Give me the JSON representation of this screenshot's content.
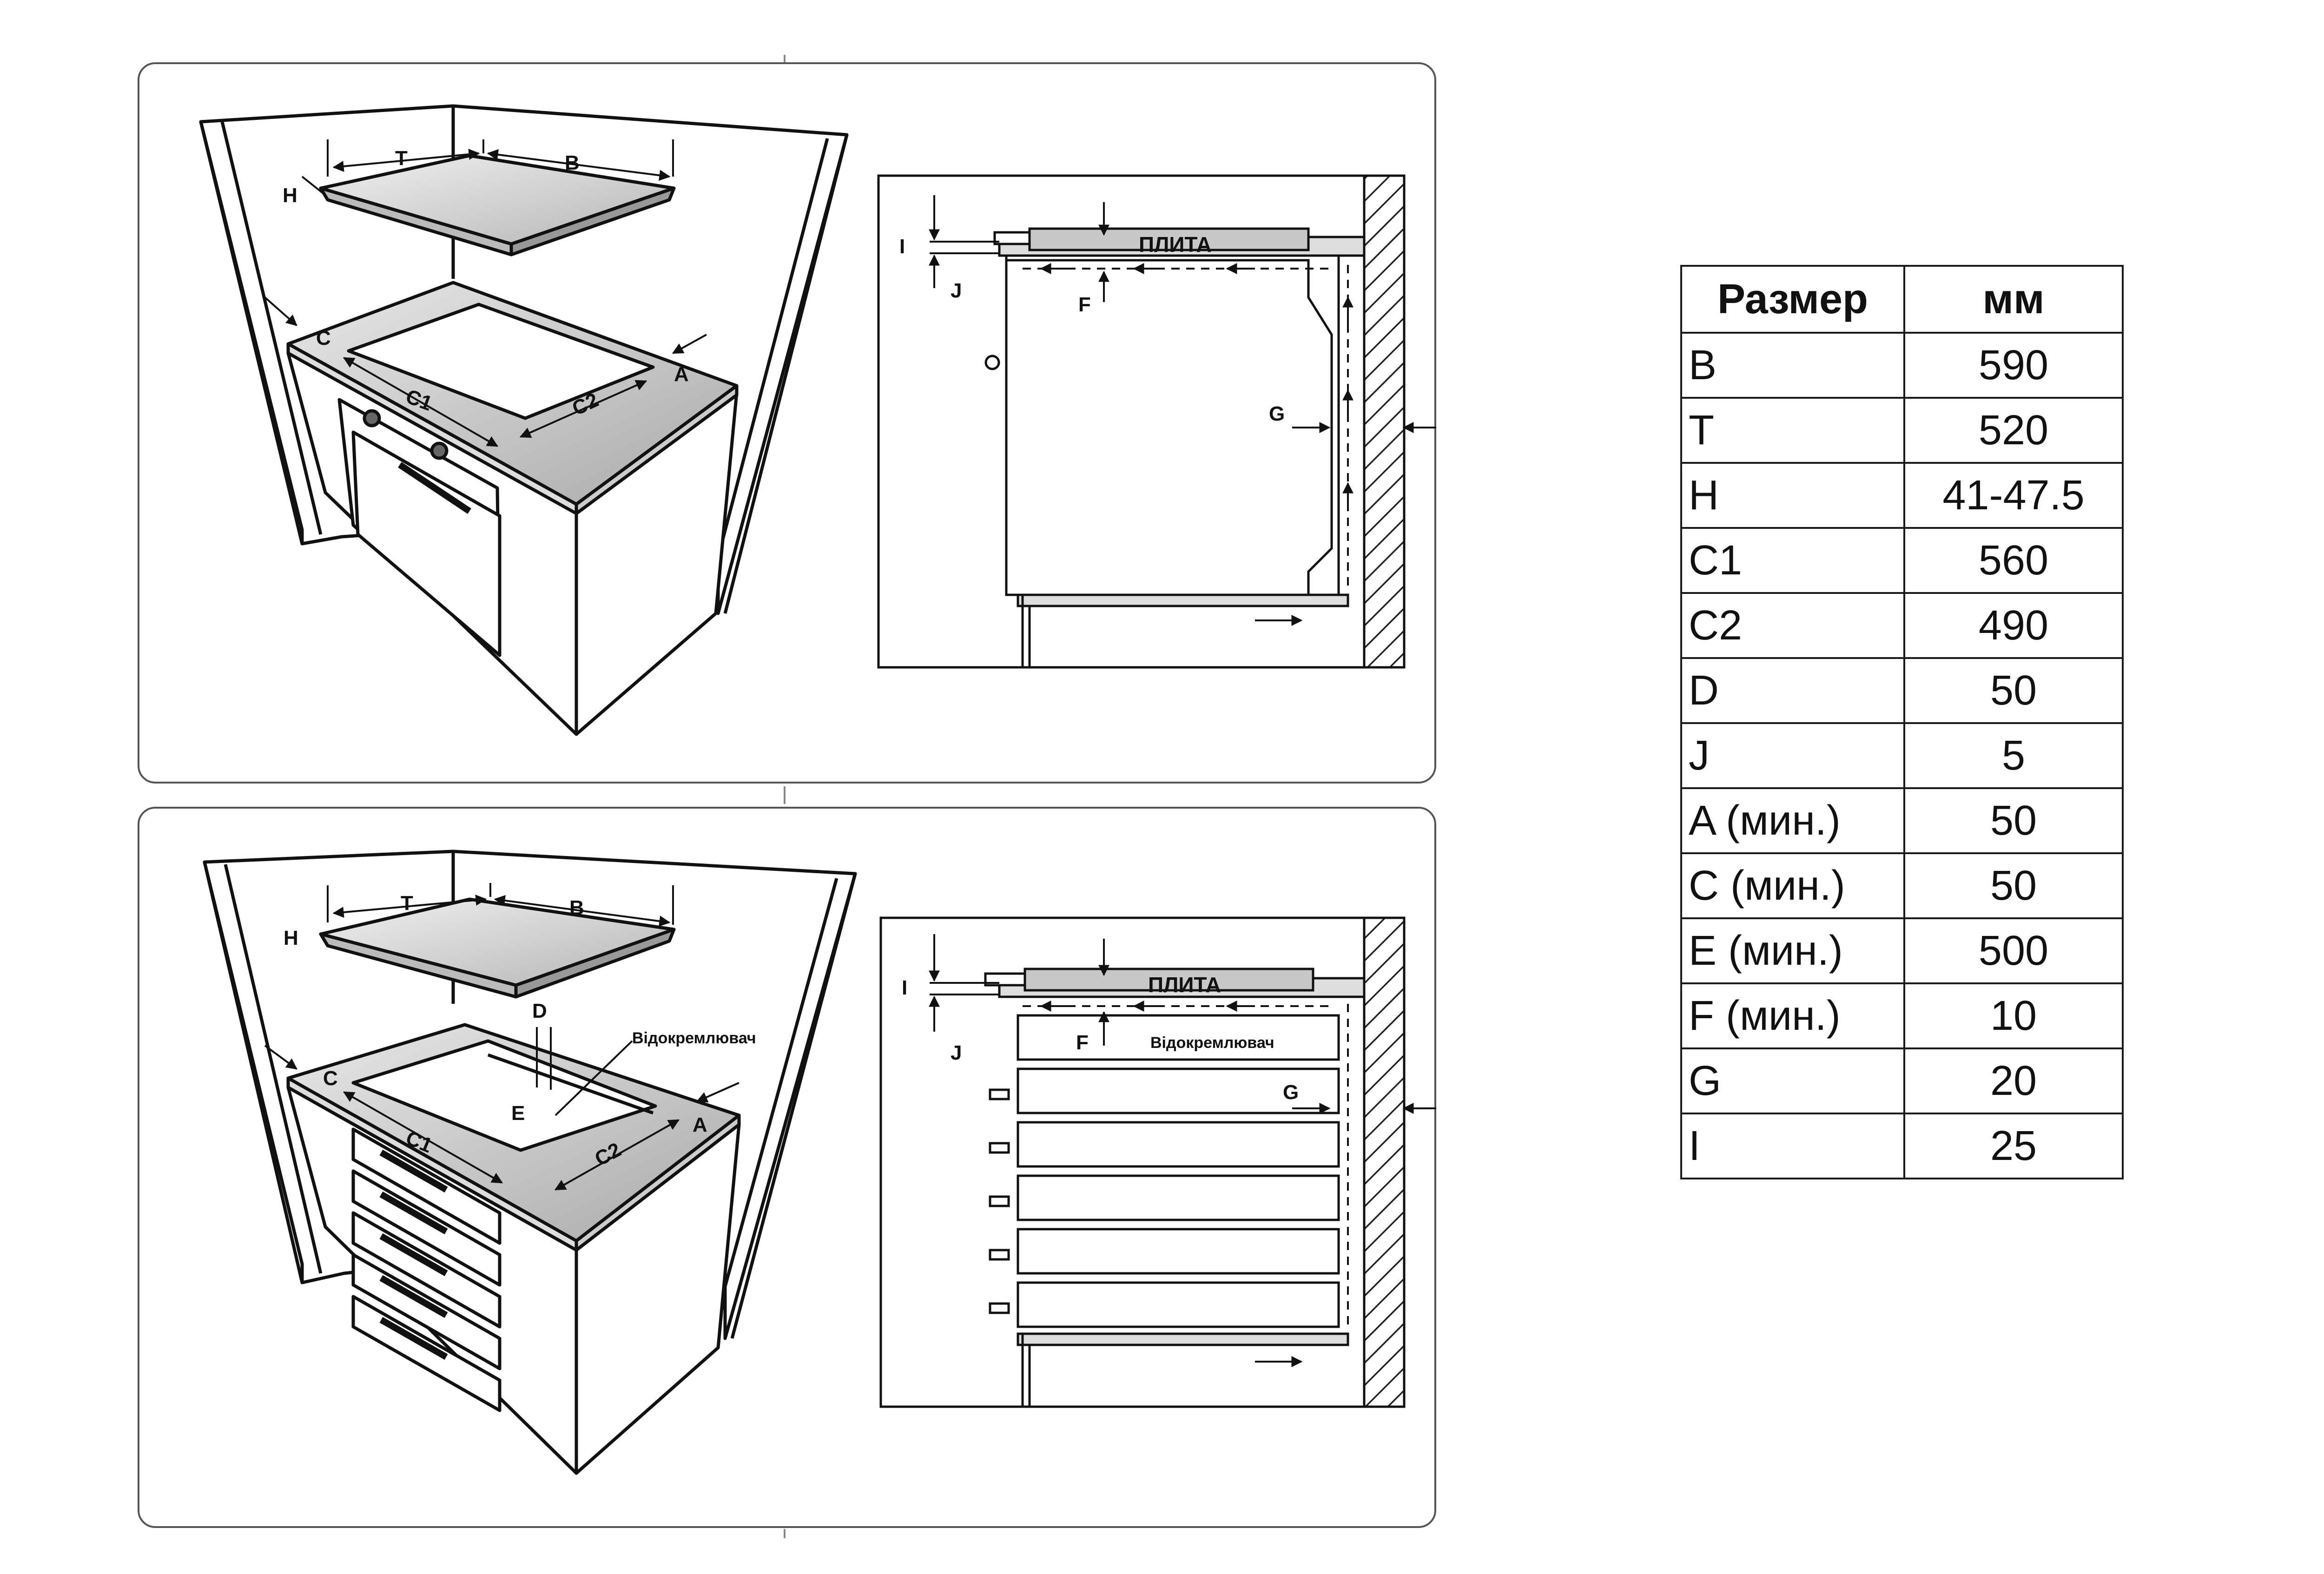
{
  "panel_top": {
    "labels": {
      "T": "T",
      "B": "B",
      "H": "H",
      "C": "C",
      "A": "A",
      "C1": "C1",
      "C2": "C2"
    },
    "section_labels": {
      "I": "I",
      "J": "J",
      "F": "F",
      "G": "G",
      "plate": "ПЛИТА"
    }
  },
  "panel_bottom": {
    "labels": {
      "T": "T",
      "B": "B",
      "H": "H",
      "C": "C",
      "A": "A",
      "C1": "C1",
      "C2": "C2",
      "D": "D",
      "E": "E",
      "separator": "Відокремлювач"
    },
    "section_labels": {
      "I": "I",
      "J": "J",
      "F": "F",
      "G": "G",
      "plate": "ПЛИТА",
      "separator": "Відокремлювач"
    }
  },
  "dimension_table": {
    "header": {
      "size": "Размер",
      "unit": "мм"
    },
    "rows": [
      {
        "key": "B",
        "value": "590"
      },
      {
        "key": "T",
        "value": "520"
      },
      {
        "key": "H",
        "value": "41-47.5"
      },
      {
        "key": "C1",
        "value": "560"
      },
      {
        "key": "C2",
        "value": "490"
      },
      {
        "key": "D",
        "value": "50"
      },
      {
        "key": "J",
        "value": "5"
      },
      {
        "key": "A (мин.)",
        "value": "50"
      },
      {
        "key": "C (мин.)",
        "value": "50"
      },
      {
        "key": "E (мин.)",
        "value": "500"
      },
      {
        "key": "F (мин.)",
        "value": "10"
      },
      {
        "key": "G",
        "value": "20"
      },
      {
        "key": "I",
        "value": "25"
      }
    ]
  }
}
